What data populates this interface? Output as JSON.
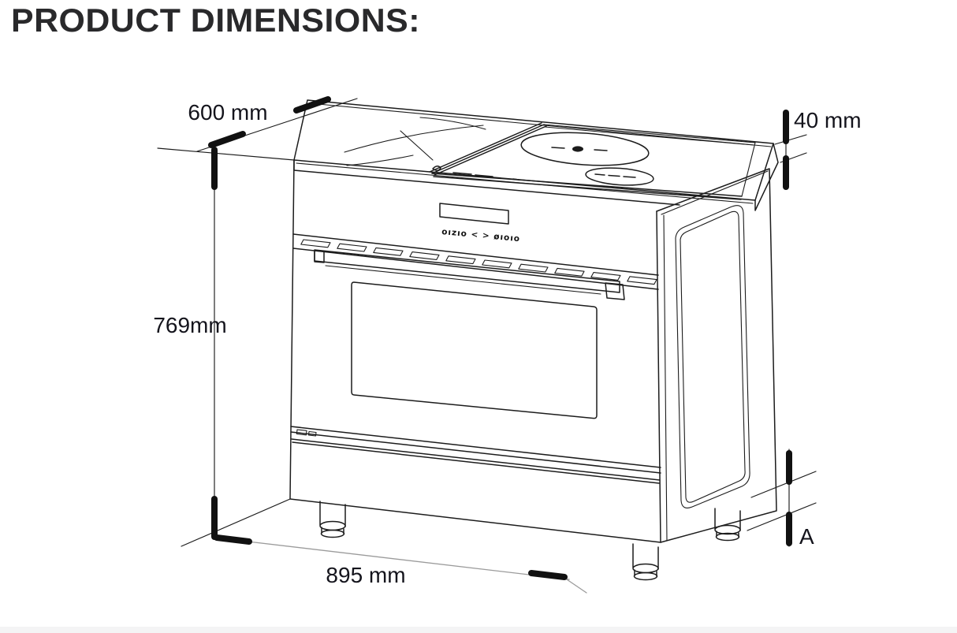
{
  "title": "PRODUCT DIMENSIONS:",
  "drawing": {
    "subject": "Freestanding range cooker (induction cooktop, oven door with handle and window, storage drawer, adjustable legs) in isometric line-art with dimension callouts",
    "dims": {
      "depth": {
        "label": "600 mm",
        "measures": "cooktop depth (top left)"
      },
      "glass_height": {
        "label": "40 mm",
        "measures": "cooktop top thickness (top right)"
      },
      "body_height": {
        "label": "769mm",
        "measures": "body height (left)"
      },
      "width": {
        "label": "895 mm",
        "measures": "overall width (bottom)"
      },
      "leg_height": {
        "label": "A",
        "measures": "leg height (bottom right)"
      }
    },
    "control_panel": {
      "glyph_row": "oızıo < > øıoıo"
    }
  },
  "colors": {
    "line": "#1c1c1c",
    "dim_line_gray": "#9b9b9b",
    "label_text": "#14141c",
    "title_text": "#29292b",
    "footer_band": "#f4f4f5"
  }
}
